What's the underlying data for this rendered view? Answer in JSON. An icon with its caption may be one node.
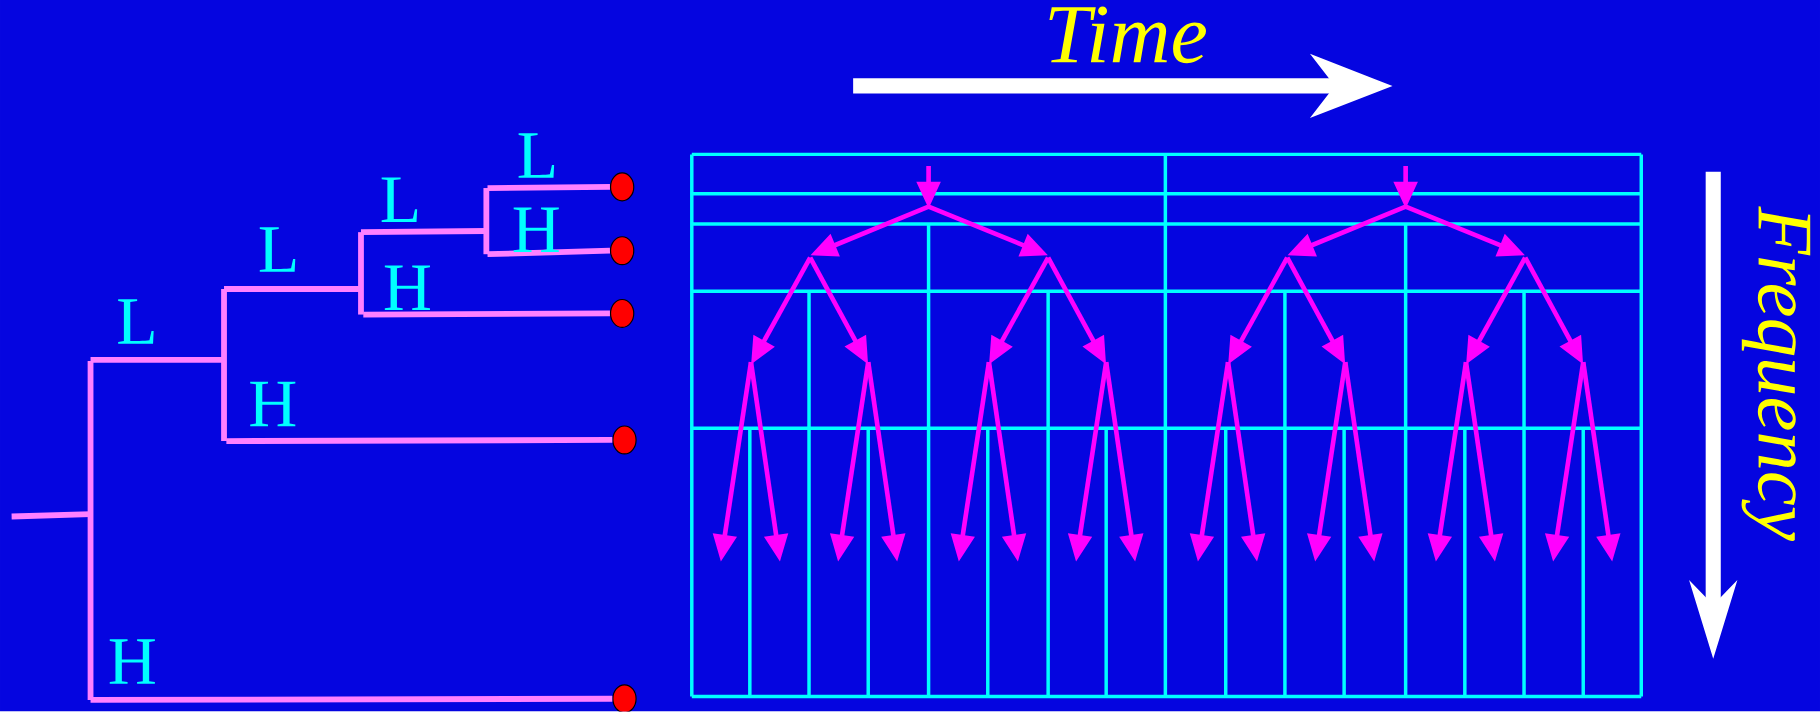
{
  "diagram": {
    "nodes": [
      {
        "text": [],
        "shape": "circle"
      },
      {
        "text": [],
        "shape": "circle"
      },
      {
        "text": [],
        "shape": "circle"
      },
      {
        "text": [],
        "shape": "circle"
      },
      {
        "text": [],
        "shape": "circle"
      }
    ],
    "edges": [
      {
        "from": null,
        "to": 0,
        "arrow": "none"
      },
      {
        "from": null,
        "to": 1,
        "arrow": "none"
      },
      {
        "from": null,
        "to": 2,
        "arrow": "none"
      },
      {
        "from": null,
        "to": 3,
        "arrow": "none"
      },
      {
        "from": null,
        "to": 4,
        "arrow": "none"
      }
    ],
    "labels": [
      "Time",
      "L",
      "L",
      "H",
      "L",
      "H",
      "L",
      "H",
      "H",
      "Frequency"
    ]
  }
}
